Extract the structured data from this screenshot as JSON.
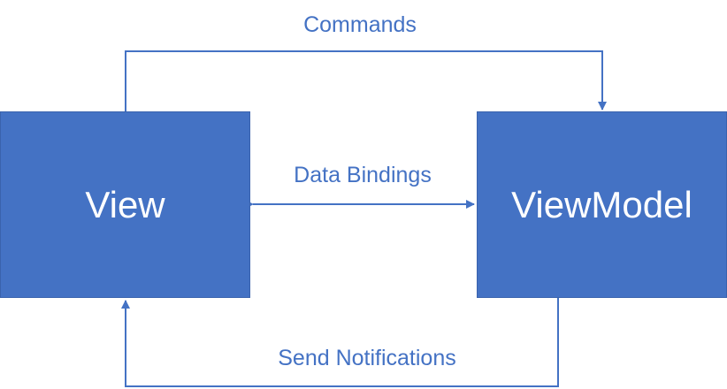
{
  "nodes": {
    "view": {
      "label": "View"
    },
    "viewmodel": {
      "label": "ViewModel"
    }
  },
  "edges": {
    "commands": {
      "label": "Commands",
      "from": "View",
      "to": "ViewModel"
    },
    "data_bindings": {
      "label": "Data Bindings",
      "between": [
        "View",
        "ViewModel"
      ],
      "bidirectional": true
    },
    "send_notifications": {
      "label": "Send Notifications",
      "from": "ViewModel",
      "to": "View"
    }
  },
  "colors": {
    "node_fill": "#4472c4",
    "node_text": "#ffffff",
    "connector": "#4472c4",
    "label_text": "#4472c4",
    "background": "#ffffff"
  }
}
